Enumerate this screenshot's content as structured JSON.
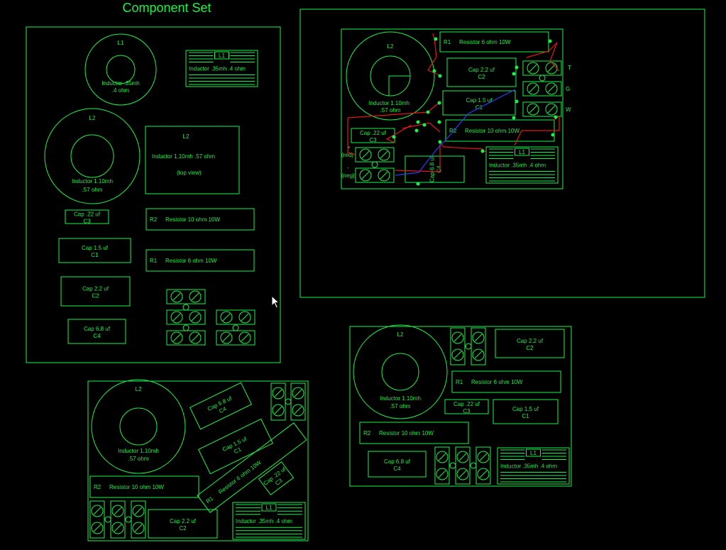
{
  "title": "Component Set",
  "colors": {
    "line": "#19f24a",
    "wire_red": "#e01818",
    "wire_blue": "#2a3ff0"
  },
  "labels": {
    "l1": "L1",
    "l2": "L2",
    "inductor_l1": "Inductor .35mh  .4 ohm",
    "inductor_l1_a": "Inductor .35mh",
    "inductor_l1_b": ".4 ohm",
    "inductor_l2_a": "Inductor 1.10mh",
    "inductor_l2_b": ".57 ohm",
    "inductor_l2_topview": "Inductor 1.10mh  .57 ohm",
    "top_view": "(top view)",
    "r1_ref": "R1",
    "r1": "Resistor 6 ohm  10W",
    "r2_ref": "R2",
    "r2": "Resistor 10 ohm  10W",
    "cap_022": "Cap .22 uf",
    "c3": "C3",
    "cap_15": "Cap 1.5 uf",
    "c1": "C1",
    "cap_22": "Cap 2.2 uf",
    "c2": "C2",
    "cap_68": "Cap 6.8 uf",
    "c4": "C4",
    "term_t": "T",
    "term_g": "G",
    "term_w": "W",
    "plus": "+",
    "minus": "-",
    "red": "(red)",
    "neg": "(neg)"
  }
}
